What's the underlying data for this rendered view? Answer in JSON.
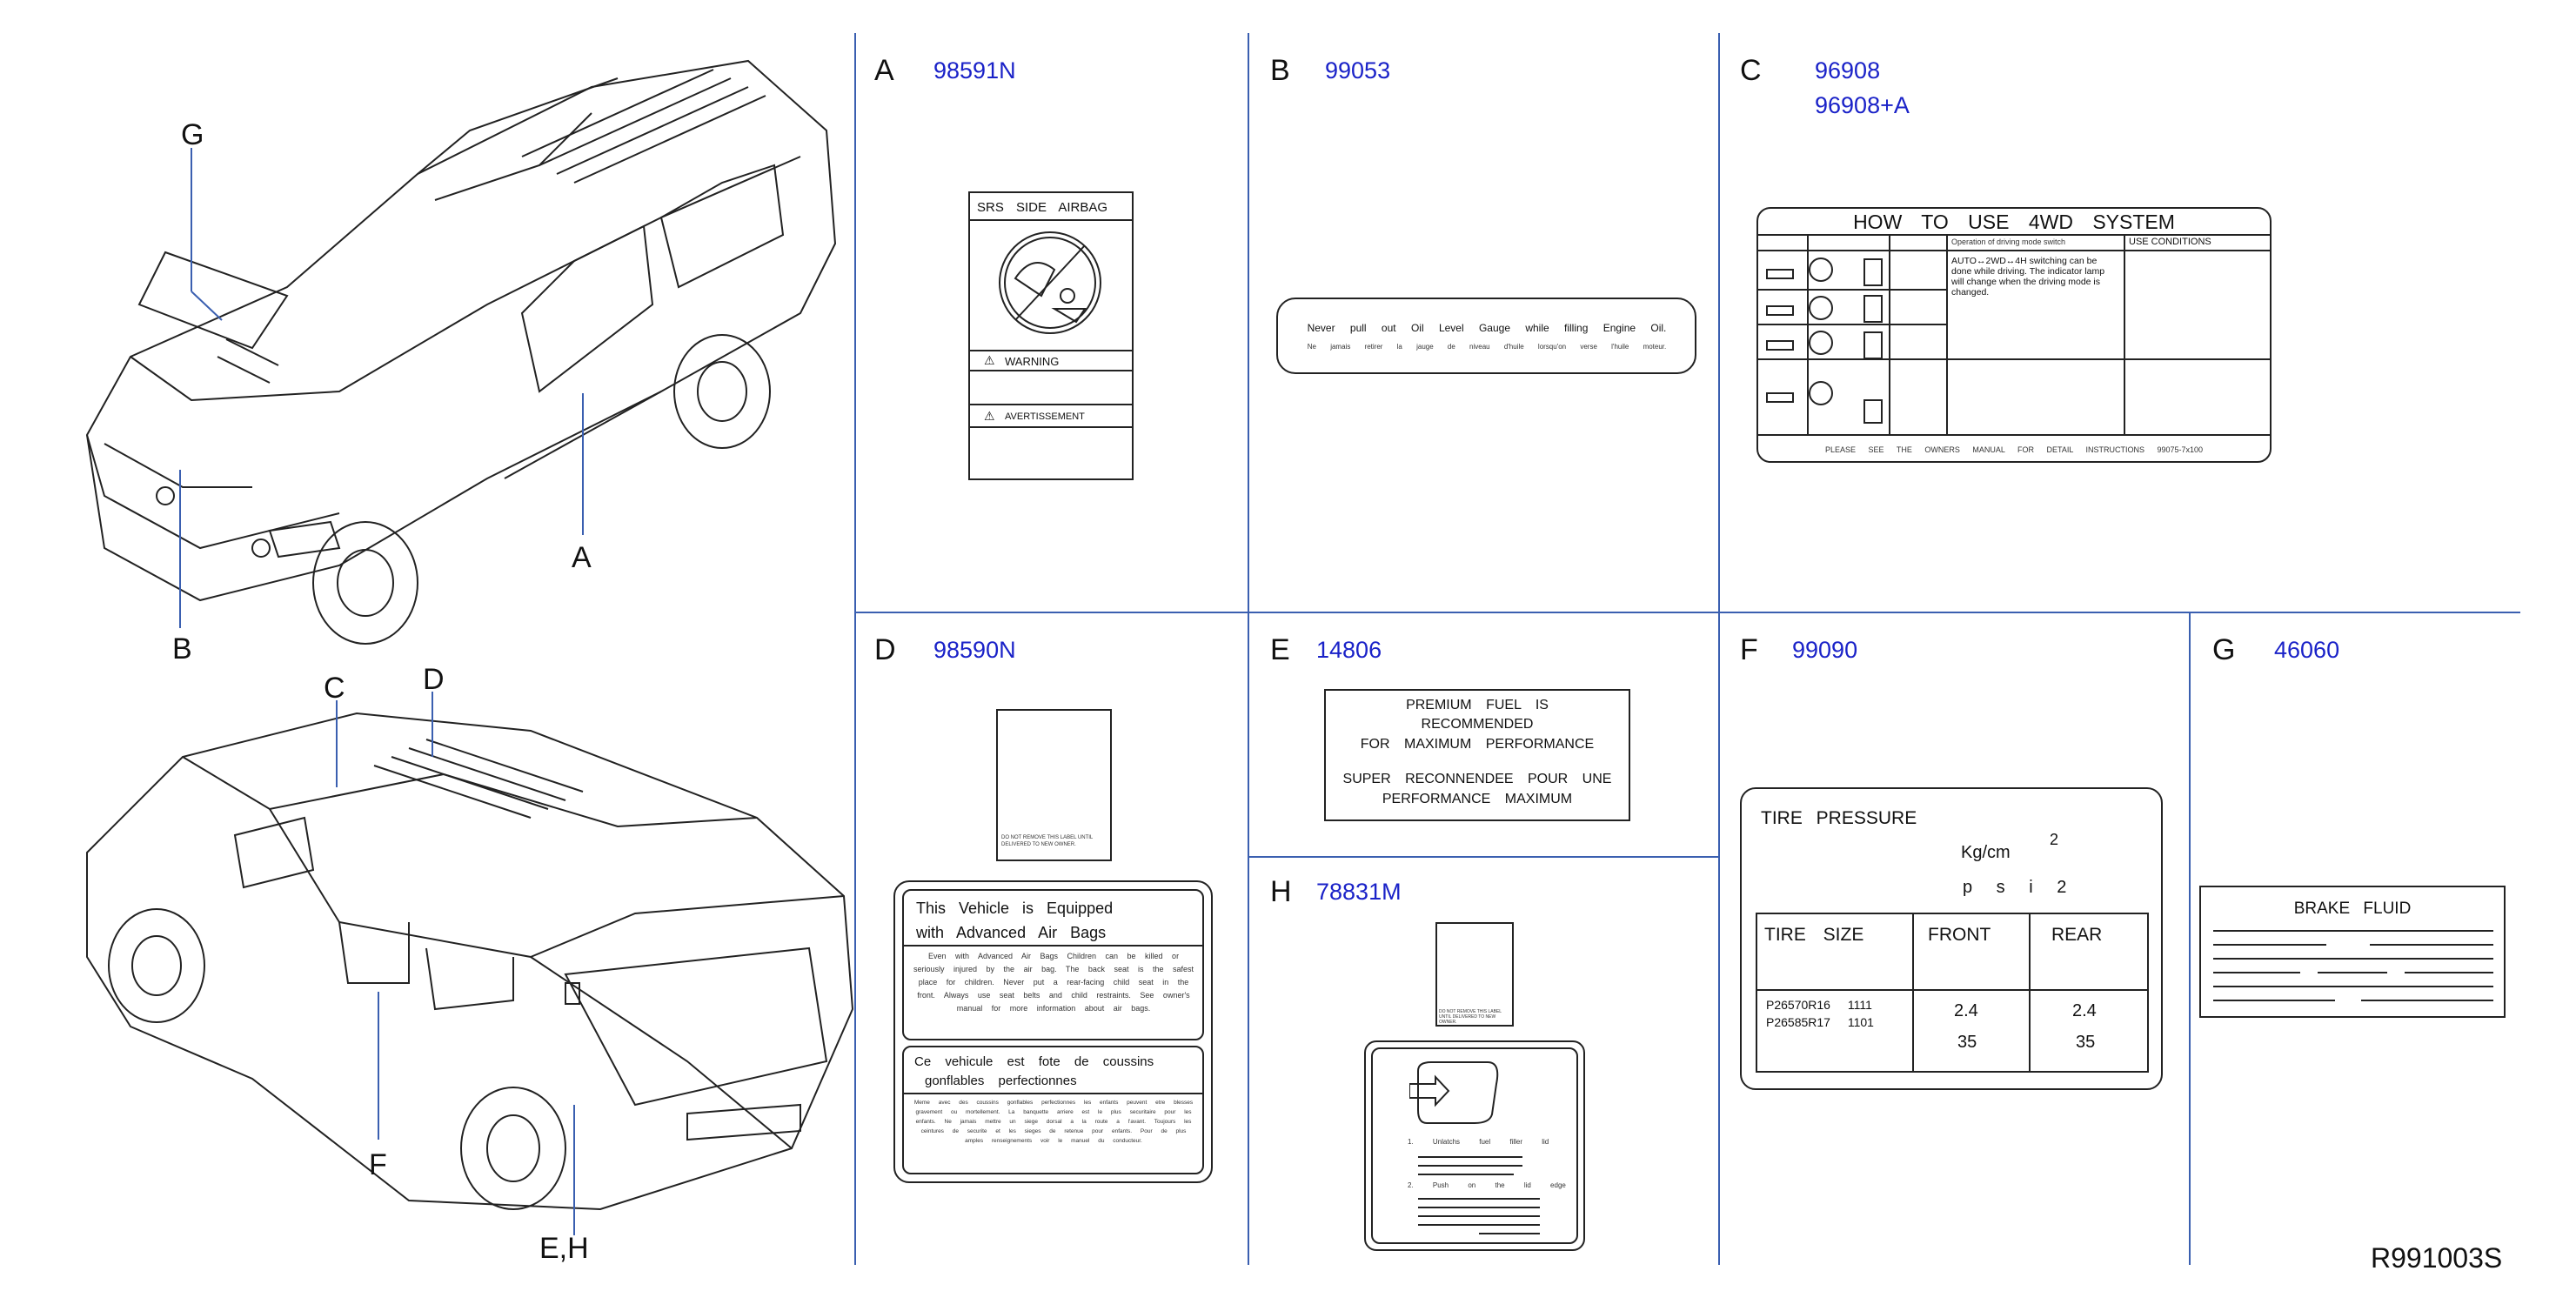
{
  "callouts": {
    "G": "G",
    "B": "B",
    "A": "A",
    "C": "C",
    "D": "D",
    "F": "F",
    "EH": "E,H"
  },
  "panels": {
    "A": {
      "letter": "A",
      "part": "98591N"
    },
    "B": {
      "letter": "B",
      "part": "99053"
    },
    "C": {
      "letter": "C",
      "part": "96908",
      "part2": "96908+A"
    },
    "D": {
      "letter": "D",
      "part": "98590N"
    },
    "E": {
      "letter": "E",
      "part": "14806"
    },
    "F": {
      "letter": "F",
      "part": "99090"
    },
    "G": {
      "letter": "G",
      "part": "46060"
    },
    "H": {
      "letter": "H",
      "part": "78831M"
    }
  },
  "labelA": {
    "title": "SRS SIDE AIRBAG",
    "warning": "WARNING",
    "avert": "AVERTISSEMENT"
  },
  "labelB": {
    "line1": "Never pull out Oil Level Gauge while filling Engine Oil.",
    "line2": "Ne jamais retirer la jauge de niveau d'huile lorsqu'on verse l'huile moteur."
  },
  "labelC": {
    "title": "HOW TO USE 4WD SYSTEM",
    "h1": "Operation of driving mode switch",
    "h2": "USE CONDITIONS",
    "body": "AUTO↔2WD↔4H switching can be done while driving. The indicator lamp will change when the driving mode is changed.",
    "footer": "PLEASE SEE THE OWNERS MANUAL FOR DETAIL INSTRUCTIONS 99075-7x100"
  },
  "labelD": {
    "tag": "DO NOT REMOVE THIS LABEL UNTIL DELIVERED TO NEW OWNER.",
    "en_title1": "This Vehicle is Equipped",
    "en_title2": "with Advanced Air Bags",
    "en_body": "Even with Advanced Air Bags Children can be killed or seriously injured by the air bag. The back seat is the safest place for children. Never put a rear-facing child seat in the front. Always use seat belts and child restraints. See owner's manual for more information about air bags.",
    "fr_title1": "Ce vehicule est fote de coussins",
    "fr_title2": "gonflables perfectionnes",
    "fr_body": "Meme avec des coussins gonflables perfectionnes les enfants peuvent etre blesses gravement ou mortellement. La banquette arriere est le plus securitaire pour les enfants. Ne jamais mettre un siege dorsal a la route a l'avant. Toujours les ceintures de securite et les sieges de retenue pour enfants. Pour de plus amples renseignements voir le manuel du conducteur."
  },
  "labelE": {
    "l1": "PREMIUM FUEL IS",
    "l2": "RECOMMENDED",
    "l3": "FOR MAXIMUM PERFORMANCE",
    "l4": "SUPER RECONNENDEE POUR UNE",
    "l5": "PERFORMANCE MAXIMUM"
  },
  "labelF": {
    "title": "TIRE PRESSURE",
    "unit1": "Kg/cm",
    "sup": "2",
    "unit2": "p s i 2",
    "col1": "TIRE SIZE",
    "col2": "FRONT",
    "col3": "REAR",
    "size1": "P26570R16 1111",
    "size2": "P26585R17 1101",
    "front1": "2.4",
    "front2": "35",
    "rear1": "2.4",
    "rear2": "35"
  },
  "labelG": {
    "title": "BRAKE FLUID"
  },
  "labelH": {
    "tag": "DO NOT REMOVE THIS LABEL UNTIL DELIVERED TO NEW OWNER.",
    "step1": "1. Unlatchs fuel filler lid",
    "step2": "2. Push on the lid edge"
  },
  "code": "R991003S"
}
